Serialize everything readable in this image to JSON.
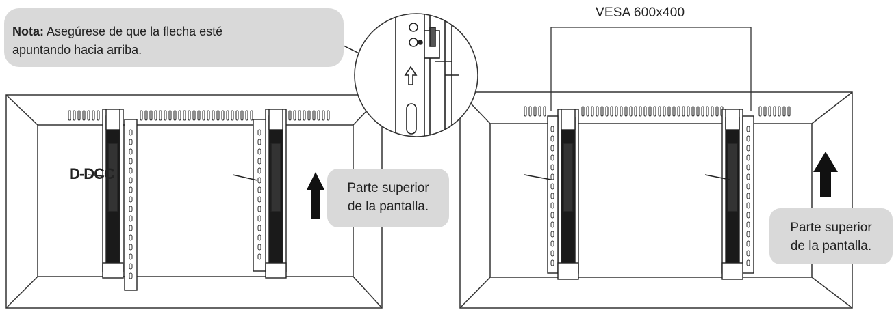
{
  "note": {
    "bold": "Nota:",
    "line1": "Asegúrese de que la flecha esté",
    "line2": "apuntando hacia arriba."
  },
  "left_callout": {
    "line1": "Parte superior",
    "line2": "de la pantalla."
  },
  "right_callout": {
    "line1": "Parte superior",
    "line2": "de la pantalla."
  },
  "vesa_label": "VESA 600x400",
  "bracket_label": "D-DCC",
  "colors": {
    "callout_bg": "#d9d9d9",
    "line": "#222222",
    "arrow": "#111111"
  },
  "icons": [
    "up-arrow-icon",
    "magnified-arrow-icon"
  ]
}
